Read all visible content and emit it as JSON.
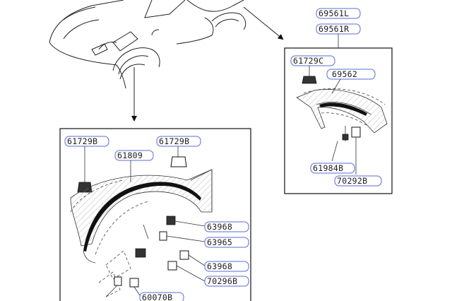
{
  "diagram": {
    "top_right_labels": [
      "69561L",
      "69561R"
    ],
    "right_panel": {
      "parts": [
        "61729C",
        "69562",
        "61984B",
        "70292B"
      ]
    },
    "left_panel": {
      "parts": [
        "61729B",
        "61729B",
        "61809",
        "63968",
        "63965",
        "63968",
        "70296B",
        "60070B"
      ]
    }
  }
}
